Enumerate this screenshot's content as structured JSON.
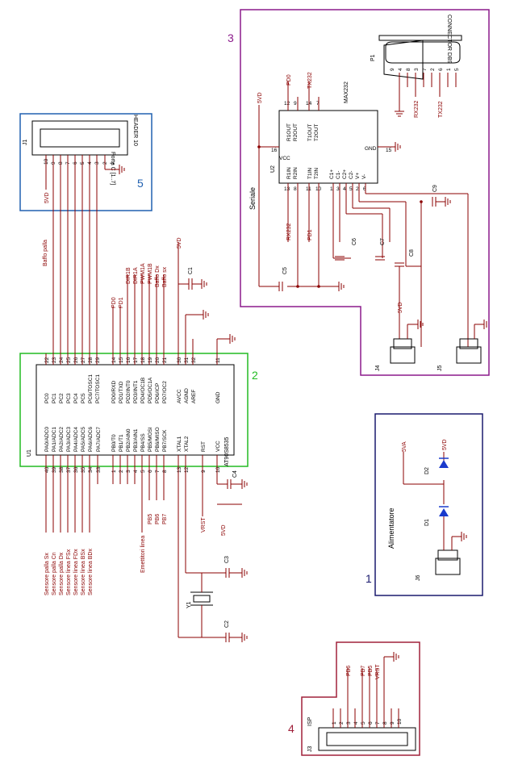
{
  "blocks": {
    "b1": {
      "number": "1",
      "title": "Alimentatore",
      "color": "#1a1a6e"
    },
    "b2": {
      "number": "2",
      "color": "#22bb22"
    },
    "b3": {
      "number": "3",
      "title": "Seriale",
      "color": "#8b1a8b"
    },
    "b4": {
      "number": "4",
      "title": "ISP",
      "color": "#a0203a"
    },
    "b5": {
      "number": "5",
      "title": "HEADER 10",
      "color": "#2060b0"
    }
  },
  "u1": {
    "ref": "U1",
    "part": "AT90S8535",
    "left_pins": [
      {
        "name": "PC0",
        "num": "22"
      },
      {
        "name": "PC1",
        "num": "23"
      },
      {
        "name": "PC2",
        "num": "24"
      },
      {
        "name": "PC3",
        "num": "25"
      },
      {
        "name": "PC4",
        "num": "26"
      },
      {
        "name": "PC5",
        "num": "27"
      },
      {
        "name": "PC6/TOSC1",
        "num": "28"
      },
      {
        "name": "PC7/TOSC1",
        "num": "29"
      },
      {
        "name": "PD0/RXD",
        "num": "14"
      },
      {
        "name": "PD1/TXD",
        "num": "15"
      },
      {
        "name": "PD2/INT0",
        "num": "16"
      },
      {
        "name": "PD3/INT1",
        "num": "17"
      },
      {
        "name": "PD4/OC1B",
        "num": "18"
      },
      {
        "name": "PD5/OC1A",
        "num": "19"
      },
      {
        "name": "PD6/ICP",
        "num": "20"
      },
      {
        "name": "PD7/OC2",
        "num": "21"
      },
      {
        "name": "AVCC",
        "num": "30"
      },
      {
        "name": "AGND",
        "num": "31"
      },
      {
        "name": "AREF",
        "num": "32"
      },
      {
        "name": "GND",
        "num": "11"
      }
    ],
    "right_pins": [
      {
        "name": "PA0/ADC0",
        "num": "40"
      },
      {
        "name": "PA1/ADC1",
        "num": "39"
      },
      {
        "name": "PA2/ADC2",
        "num": "38"
      },
      {
        "name": "PA3/ADC3",
        "num": "37"
      },
      {
        "name": "PA4/ADC4",
        "num": "36"
      },
      {
        "name": "PA5/ADC5",
        "num": "35"
      },
      {
        "name": "PA6/ADC6",
        "num": "34"
      },
      {
        "name": "PA7/ADC7",
        "num": "33"
      },
      {
        "name": "PB0/T0",
        "num": "1"
      },
      {
        "name": "PB1/T1",
        "num": "2"
      },
      {
        "name": "PB2/AIN0",
        "num": "3"
      },
      {
        "name": "PB3/AIN1",
        "num": "4"
      },
      {
        "name": "PB4/SS",
        "num": "5"
      },
      {
        "name": "PB5/MOSI",
        "num": "6"
      },
      {
        "name": "PB6/MISO",
        "num": "7"
      },
      {
        "name": "PB7/SCK",
        "num": "8"
      },
      {
        "name": "XTAL1",
        "num": "13"
      },
      {
        "name": "XTAL2",
        "num": "12"
      },
      {
        "name": "RST",
        "num": "9"
      },
      {
        "name": "VCC",
        "num": "10"
      }
    ]
  },
  "u2": {
    "ref": "U2",
    "part": "MAX232",
    "pins": {
      "r1out": "R1OUT",
      "r2out": "R2OUT",
      "t1out": "T1OUT",
      "t2out": "T2OUT",
      "vcc": "VCC",
      "gnd": "GND",
      "r1in": "R1IN",
      "r2in": "R2IN",
      "t1in": "T1IN",
      "t2in": "T2IN",
      "c1p": "C1+",
      "c1m": "C1-",
      "c2p": "C2+",
      "c2m": "C2-",
      "vp": "V+",
      "vm": "V-"
    },
    "nums": {
      "n12": "12",
      "n9": "9",
      "n14": "14",
      "n7": "7",
      "n16": "16",
      "n15": "15",
      "n13": "13",
      "n8": "8",
      "n11": "11",
      "n10": "10",
      "n1": "1",
      "n3": "3",
      "n4": "4",
      "n5": "5",
      "n2": "2",
      "n6": "6"
    }
  },
  "nets": {
    "pd0": "PD0",
    "pd1": "PD1",
    "rx232": "RX232",
    "tx232": "TX232",
    "v5": "5VD",
    "v5a": "5VA",
    "baffo_palla": "Baffo palla",
    "dir1b": "DIR1B",
    "dir1a": "DIR1A",
    "pwm1a": "PWM1A",
    "pwm1b": "PWM1B",
    "baffo_dx": "Baffo Dx",
    "baffo_sx": "Baffo sx",
    "pb5": "PB5",
    "pb6": "PB6",
    "pb7": "PB7",
    "vrst": "VRST",
    "emettitori": "Emettitori linea",
    "sensors": [
      "Sensore palla Sx",
      "Sensore palla Cn",
      "Sensore palla Dx",
      "Sensore linea FSx",
      "Sensore linea FDx",
      "Sensore linea BSx",
      "Sensore linea BDx"
    ]
  },
  "parts": {
    "p1": "P1",
    "connector": "CONNECTOR DB9",
    "j1": "J1",
    "j1_label": "Porta C [1..7]",
    "j3": "J3",
    "j4": "J4",
    "j5": "J5",
    "j6": "J6",
    "c1": "C1",
    "c2": "C2",
    "c3": "C3",
    "c4": "C4",
    "c5": "C5",
    "c6": "C6",
    "c7": "C7",
    "c8": "C8",
    "c9": "C9",
    "d1": "D1",
    "d2": "D2",
    "y1": "Y1"
  },
  "j1_pins": [
    "10",
    "9",
    "8",
    "7",
    "6",
    "5",
    "4",
    "3",
    "2",
    "1"
  ],
  "j3_pins": [
    "1",
    "2",
    "3",
    "4",
    "5",
    "6",
    "7",
    "8",
    "9",
    "10"
  ],
  "db9_pins": [
    "9",
    "4",
    "8",
    "3",
    "7",
    "2",
    "6",
    "1",
    "5"
  ]
}
